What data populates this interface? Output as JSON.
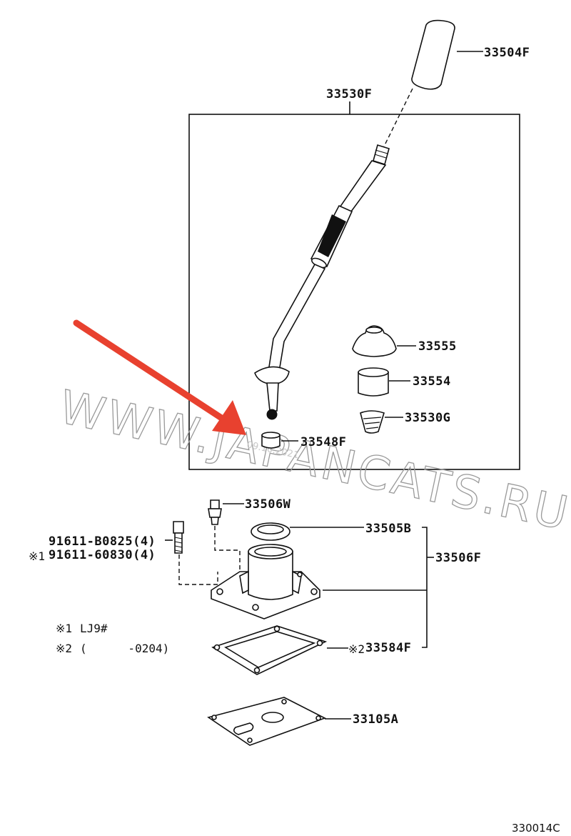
{
  "parts": {
    "knob": "33504F",
    "lever_assy": "33530F",
    "boot_upper": "33555",
    "bushing": "33554",
    "spring": "33530G",
    "seat": "33548F",
    "pin": "33506W",
    "seal_ring": "33505B",
    "retainer_assy": "33506F",
    "bolt_a": "91611-B0825(4)",
    "bolt_b": "91611-60830(4)",
    "gasket": "33584F",
    "cover": "33105A"
  },
  "marks": {
    "mark1": "※1",
    "mark2": "※2"
  },
  "notes": {
    "note1_mark": "※1",
    "note1_text": "LJ9#",
    "note2_mark": "※2",
    "note2_text": "(      -0204)"
  },
  "watermark": {
    "text": "WWW.JAPANCATS.RU",
    "date": "09.10.2021"
  },
  "diagram_code": "330014C",
  "colors": {
    "arrow": "#e8412f",
    "line": "#111111",
    "watermark": "#9a9a9a"
  }
}
